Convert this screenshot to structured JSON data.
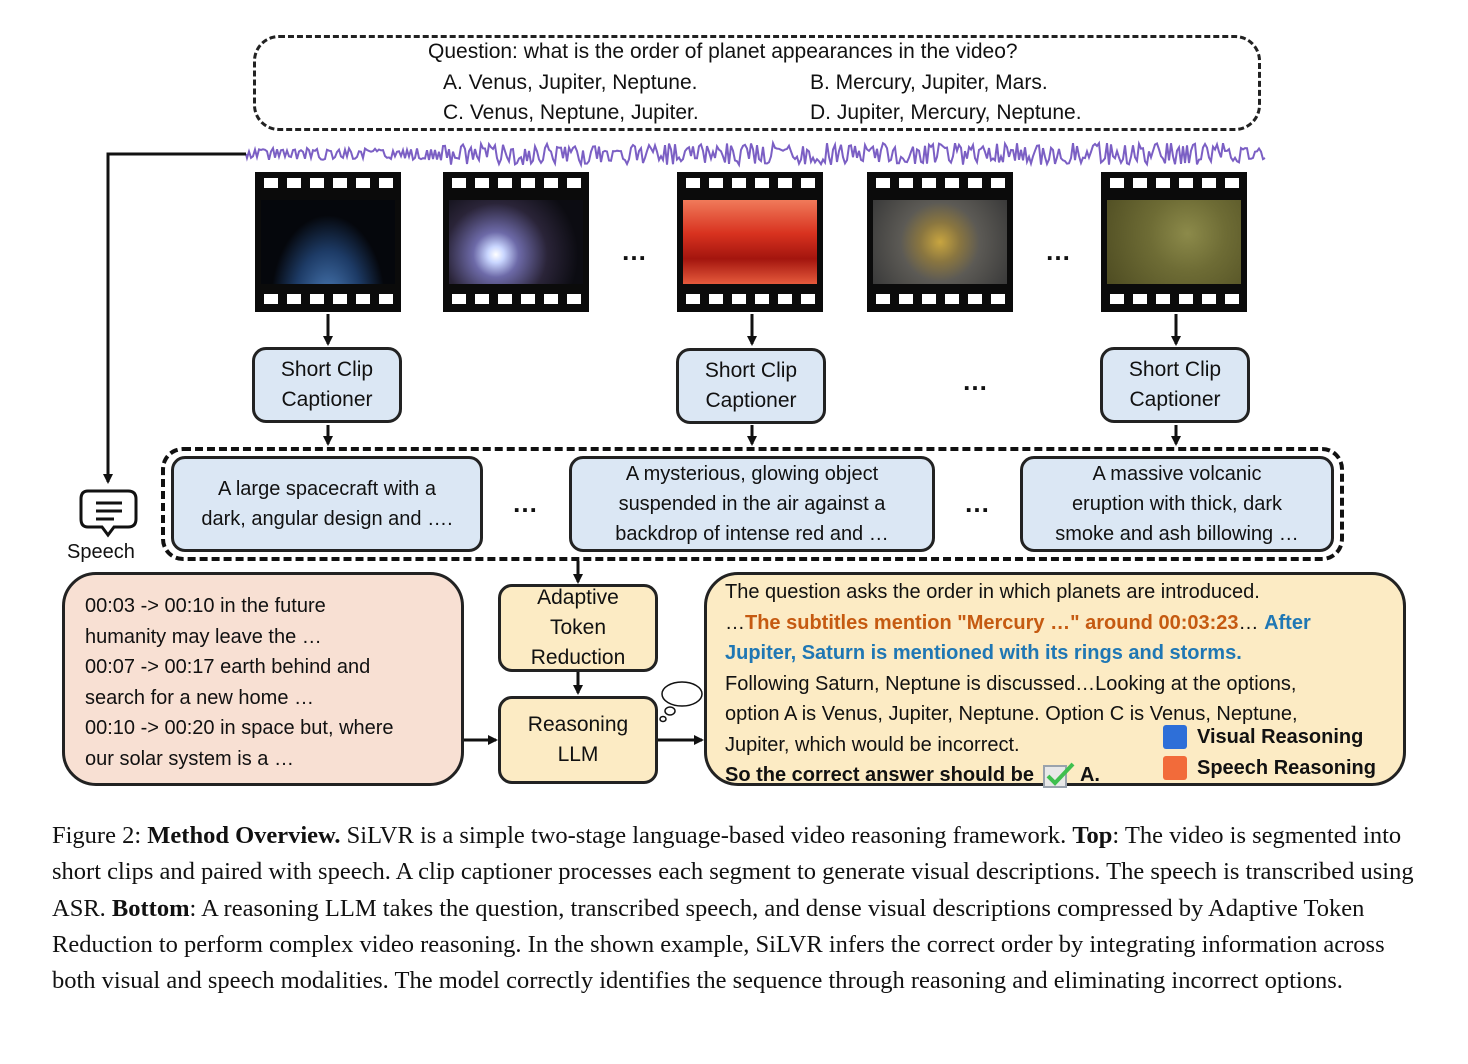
{
  "question": {
    "prompt": "Question: what is the order of planet appearances in the video?",
    "options": [
      "A. Venus, Jupiter, Neptune.",
      "B. Mercury, Jupiter, Mars.",
      "C. Venus, Neptune, Jupiter.",
      "D. Jupiter, Mercury, Neptune."
    ]
  },
  "ellipsis": "…",
  "captioner_label_line1": "Short Clip",
  "captioner_label_line2": "Captioner",
  "descriptions": [
    [
      "A large spacecraft with a",
      "dark, angular design and …."
    ],
    [
      "A mysterious, glowing object",
      "suspended in the air against a",
      "backdrop of intense red and …"
    ],
    [
      "A massive volcanic",
      "eruption with thick, dark",
      "smoke and ash billowing …"
    ]
  ],
  "speech_label": "Speech",
  "speech_transcript": [
    "00:03 -> 00:10 in the future",
    "humanity may leave the …",
    "00:07 -> 00:17 earth behind and",
    "search for a new home …",
    "00:10 -> 00:20 in space but, where",
    "our solar system is a …"
  ],
  "token_reduction": [
    "Adaptive",
    "Token",
    "Reduction"
  ],
  "reasoning_llm": [
    "Reasoning",
    "LLM"
  ],
  "reasoning": {
    "line1": "The question asks the order in which planets are introduced.",
    "line2_prefix": "…",
    "line2_orange": "The subtitles mention \"Mercury …\" around 00:03:23",
    "line2_mid": "… ",
    "line2_blue": "After",
    "line3_blue": "Jupiter, Saturn is mentioned with its rings and storms.",
    "line4": "Following Saturn, Neptune is discussed…Looking at the options,",
    "line5": "option A is Venus, Jupiter, Neptune. Option C is Venus, Neptune,",
    "line6": "Jupiter, which would be incorrect.",
    "line7": "So the correct answer should be",
    "answer": "A."
  },
  "legend": [
    {
      "label": "Visual Reasoning",
      "color": "#2e6fd8"
    },
    {
      "label": "Speech Reasoning",
      "color": "#f26b3a"
    }
  ],
  "colors": {
    "orange_text": "#c55a11",
    "blue_text": "#1f77b4",
    "waveform": "#7b5fc4",
    "caption_fill": "#dbe7f4",
    "speech_fill": "#f8e0d3",
    "llm_fill": "#fcebc4"
  },
  "figure_caption": {
    "label": "Figure 2:",
    "title": "Method Overview.",
    "part1": " SiLVR is a simple two-stage language-based video reasoning framework. ",
    "top_label": "Top",
    "part2": ": The video is segmented into short clips and paired with speech. A clip captioner processes each segment to generate visual descriptions. The speech is transcribed using ASR. ",
    "bottom_label": "Bottom",
    "part3": ": A reasoning LLM takes the question, transcribed speech, and dense visual descriptions compressed by Adaptive Token Reduction to perform complex video reasoning. In the shown example, SiLVR infers the correct order by integrating information across both visual and speech modalities. The model correctly identifies the sequence through reasoning and eliminating incorrect options."
  }
}
